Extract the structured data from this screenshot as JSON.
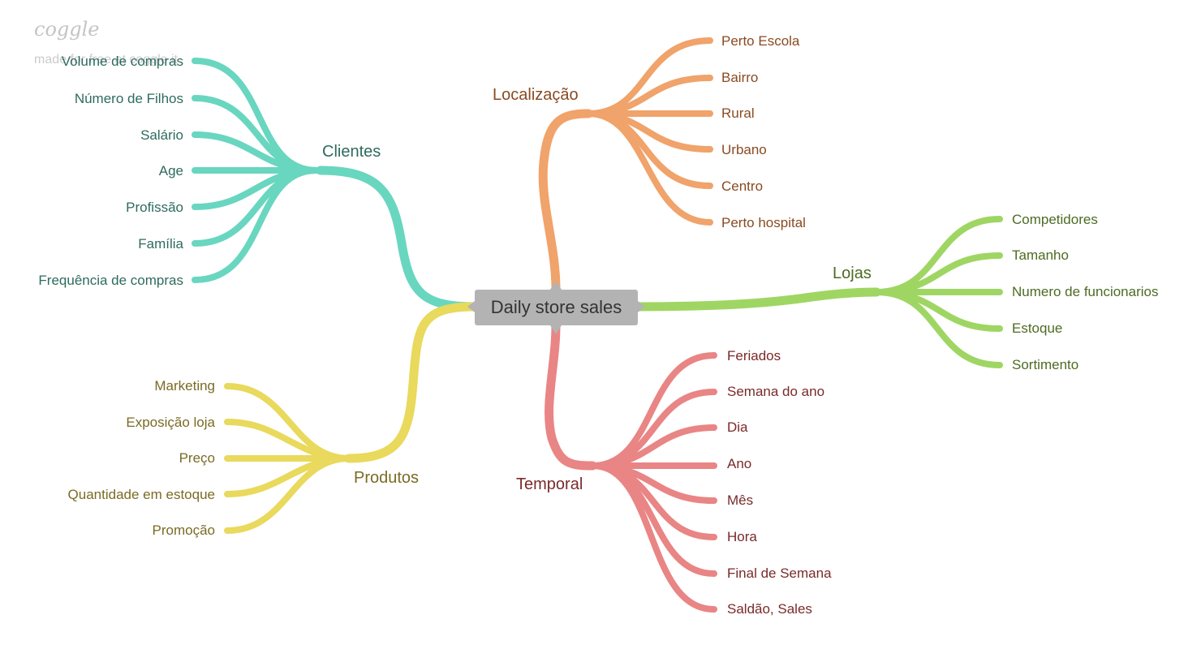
{
  "watermark": {
    "logo": "coggle",
    "text": "made for free at coggle.it"
  },
  "root": {
    "label": "Daily store sales"
  },
  "branches": {
    "clientes": {
      "label": "Clientes",
      "color": "#69d6c0",
      "text_color": "#2e6b5e",
      "items": [
        "Volume de compras",
        "Número de Filhos",
        "Salário",
        "Age",
        "Profissão",
        "Família",
        "Frequência de compras"
      ]
    },
    "produtos": {
      "label": "Produtos",
      "color": "#e9d95c",
      "text_color": "#7a6b24",
      "items": [
        "Marketing",
        "Exposição loja",
        "Preço",
        "Quantidade em estoque",
        "Promoção"
      ]
    },
    "localizacao": {
      "label": "Localização",
      "color": "#f0a36a",
      "text_color": "#8a4a22",
      "items": [
        "Perto Escola",
        "Bairro",
        "Rural",
        "Urbano",
        "Centro",
        "Perto hospital"
      ]
    },
    "lojas": {
      "label": "Lojas",
      "color": "#9fd663",
      "text_color": "#4d6b22",
      "items": [
        "Competidores",
        "Tamanho",
        "Numero de funcionarios",
        "Estoque",
        "Sortimento"
      ]
    },
    "temporal": {
      "label": "Temporal",
      "color": "#e98585",
      "text_color": "#7a2a2a",
      "items": [
        "Feriados",
        "Semana do ano",
        "Dia",
        "Ano",
        "Mês",
        "Hora",
        "Final de Semana",
        "Saldão, Sales"
      ]
    }
  }
}
